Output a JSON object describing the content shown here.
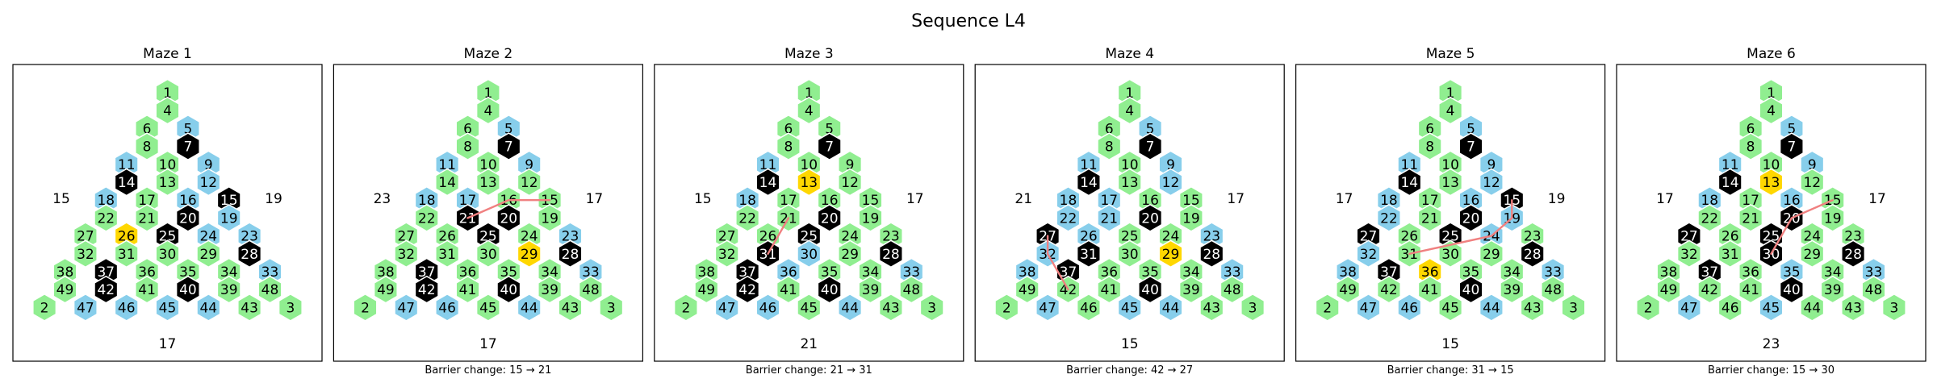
{
  "figure_title": "Sequence L4",
  "colors": {
    "background": "#ffffff",
    "green": "#90EE90",
    "blue": "#87CEEB",
    "black": "#000000",
    "gold": "#FFD700",
    "path": "#F08080",
    "frame": "#000000"
  },
  "hex_layout": {
    "rows": [
      [
        1
      ],
      [
        4
      ],
      [
        6,
        5
      ],
      [
        8,
        7
      ],
      [
        11,
        10,
        9
      ],
      [
        14,
        13,
        12
      ],
      [
        18,
        17,
        16,
        15
      ],
      [
        22,
        21,
        20,
        19
      ],
      [
        27,
        26,
        25,
        24,
        23
      ],
      [
        32,
        31,
        30,
        29,
        28
      ],
      [
        38,
        37,
        36,
        35,
        34,
        33
      ],
      [
        49,
        42,
        41,
        40,
        39,
        48
      ],
      [
        2,
        47,
        46,
        45,
        44,
        43,
        3
      ]
    ]
  },
  "mazes": [
    {
      "title": "Maze 1",
      "left_value": "15",
      "right_value": "19",
      "bottom_value": "17",
      "caption": "",
      "highlight": 26,
      "black": [
        14,
        7,
        20,
        15,
        25,
        37,
        28,
        42,
        40
      ],
      "blue": [
        5,
        9,
        11,
        12,
        16,
        18,
        19,
        24,
        23,
        33,
        47,
        46,
        45,
        44
      ],
      "path": []
    },
    {
      "title": "Maze 2",
      "left_value": "23",
      "right_value": "17",
      "bottom_value": "17",
      "caption": "Barrier change: 15 → 21",
      "highlight": 29,
      "black": [
        7,
        21,
        25,
        20,
        37,
        28,
        42,
        40
      ],
      "blue": [
        5,
        9,
        11,
        17,
        18,
        23,
        33,
        47,
        46,
        44
      ],
      "path": [
        21,
        16,
        15
      ]
    },
    {
      "title": "Maze 3",
      "left_value": "15",
      "right_value": "17",
      "bottom_value": "21",
      "caption": "Barrier change: 21 → 31",
      "highlight": 13,
      "black": [
        7,
        14,
        25,
        20,
        37,
        31,
        28,
        42,
        40
      ],
      "blue": [
        11,
        18,
        30,
        36,
        47,
        46,
        44,
        33
      ],
      "path": [
        31,
        21
      ]
    },
    {
      "title": "Maze 4",
      "left_value": "21",
      "right_value": "17",
      "bottom_value": "15",
      "caption": "Barrier change: 42 → 27",
      "highlight": 29,
      "black": [
        7,
        14,
        20,
        27,
        31,
        37,
        28,
        40
      ],
      "blue": [
        5,
        9,
        11,
        12,
        17,
        18,
        21,
        22,
        26,
        23,
        32,
        38,
        33,
        47,
        45,
        44
      ],
      "path": [
        42,
        32,
        27
      ]
    },
    {
      "title": "Maze 5",
      "left_value": "17",
      "right_value": "19",
      "bottom_value": "15",
      "caption": "Barrier change: 31 → 15",
      "highlight": 36,
      "black": [
        7,
        14,
        20,
        15,
        25,
        27,
        37,
        28,
        40
      ],
      "blue": [
        5,
        9,
        11,
        12,
        16,
        18,
        19,
        22,
        24,
        32,
        33,
        38,
        47,
        46,
        44
      ],
      "path": [
        31,
        24,
        19,
        15
      ]
    },
    {
      "title": "Maze 6",
      "left_value": "17",
      "right_value": "17",
      "bottom_value": "23",
      "caption": "Barrier change: 15 → 30",
      "highlight": 13,
      "black": [
        7,
        14,
        20,
        25,
        30,
        27,
        37,
        28,
        40
      ],
      "blue": [
        5,
        9,
        11,
        16,
        18,
        35,
        33,
        47,
        45
      ],
      "path": [
        30,
        20,
        15
      ]
    }
  ]
}
